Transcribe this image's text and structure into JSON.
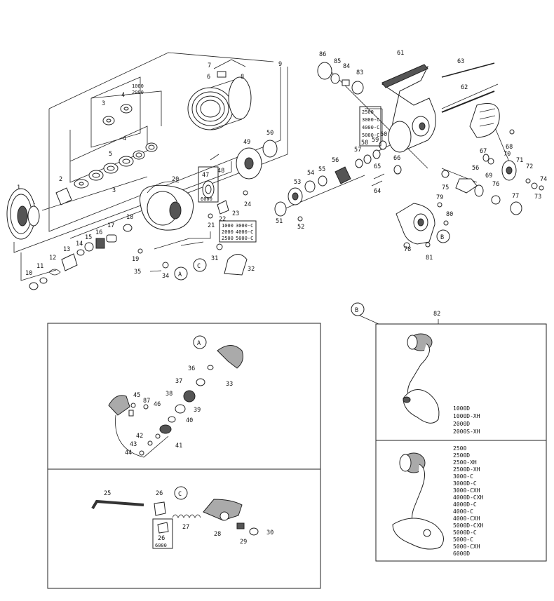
{
  "main_labels": {
    "n1": "1",
    "n2": "2",
    "n3": "3",
    "n3b": "3",
    "n4": "4",
    "n4b": "4",
    "n5": "5",
    "n6": "6",
    "n7": "7",
    "n8": "8",
    "n9": "9",
    "n10": "10",
    "n11": "11",
    "n12": "12",
    "n13": "13",
    "n14": "14",
    "n15": "15",
    "n16": "16",
    "n17": "17",
    "n18": "18",
    "n19": "19",
    "n20": "20",
    "n21": "21",
    "n22": "22",
    "n23": "23",
    "n24": "24",
    "n31": "31",
    "n32": "32",
    "n34": "34",
    "n35": "35",
    "n47": "47",
    "n48": "48",
    "n49": "49",
    "n50": "50",
    "n51": "51",
    "n52": "52",
    "n53": "53",
    "n54": "54",
    "n55": "55",
    "n56": "56",
    "n56b": "56",
    "n57": "57",
    "n58": "58",
    "n59": "59",
    "n60": "60",
    "n61": "61",
    "n62": "62",
    "n63": "63",
    "n64": "64",
    "n65": "65",
    "n66": "66",
    "n67": "67",
    "n68": "68",
    "n69": "69",
    "n70": "70",
    "n71": "71",
    "n72": "72",
    "n73": "73",
    "n74": "74",
    "n75": "75",
    "n76": "76",
    "n77": "77",
    "n78": "78",
    "n79": "79",
    "n80": "80",
    "n81": "81",
    "n82": "82",
    "n83": "83",
    "n84": "84",
    "n85": "85",
    "n86": "86"
  },
  "callouts": {
    "a": "A",
    "b": "B",
    "c": "C",
    "a2": "A",
    "b2": "B",
    "c2": "C"
  },
  "spool_variants": [
    "1000",
    "2000"
  ],
  "rotor_variant": "6000",
  "bail_variants": [
    "1000",
    "3000-C",
    "2000",
    "4000-C",
    "2500",
    "5000-C"
  ],
  "gear_variants": [
    "2500",
    "3000-C",
    "4000-C",
    "5000-C"
  ],
  "panel_a_labels": {
    "n33": "33",
    "n36": "36",
    "n37": "37",
    "n38": "38",
    "n39": "39",
    "n40": "40",
    "n41": "41",
    "n42": "42",
    "n43": "43",
    "n44": "44",
    "n45": "45",
    "n46": "46",
    "n87": "87"
  },
  "panel_c_labels": {
    "n25": "25",
    "n26": "26",
    "n26b": "26",
    "n27": "27",
    "n28": "28",
    "n29": "29",
    "n30": "30",
    "v6000": "6000"
  },
  "handle_top_models": [
    "1000D",
    "1000D-XH",
    "2000D",
    "2000S-XH"
  ],
  "handle_bottom_models": [
    "2500",
    "2500D",
    "2500-XH",
    "2500D-XH",
    "3000-C",
    "3000D-C",
    "3000-CXH",
    "4000D-CXH",
    "4000D-C",
    "4000-C",
    "4000-CXH",
    "5000D-CXH",
    "5000D-C",
    "5000-C",
    "5000-CXH",
    "6000D"
  ],
  "colors": {
    "line": "#222222",
    "shade": "#555555",
    "light": "#aaaaaa"
  }
}
